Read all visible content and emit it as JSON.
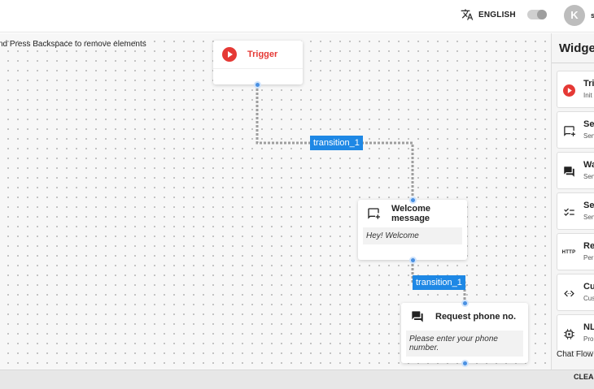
{
  "topbar": {
    "language_label": "ENGLISH",
    "avatar_initial": "K",
    "user_name_partial": "s",
    "dark_mode_on": false
  },
  "canvas": {
    "hint": "nd Press Backspace to remove elements",
    "nodes": {
      "trigger": {
        "title": "Trigger",
        "title_color": "#e53935"
      },
      "welcome": {
        "title": "Welcome message",
        "message": "Hey! Welcome"
      },
      "request_phone": {
        "title": "Request phone no.",
        "message": "Please enter your phone number."
      }
    },
    "transitions": [
      {
        "label": "transition_1"
      },
      {
        "label": "transition_1"
      }
    ],
    "edge_color": "#9e9e9e",
    "port_color": "#4a90e2",
    "transition_color": "#1e88e5"
  },
  "panel": {
    "title": "Widget",
    "widgets": [
      {
        "title": "Tri",
        "subtitle": "Init",
        "icon": "play-icon"
      },
      {
        "title": "Sen",
        "subtitle": "Sen",
        "icon": "send-message-icon"
      },
      {
        "title": "Wa",
        "subtitle": "Sen",
        "icon": "chat-icon"
      },
      {
        "title": "Sel",
        "subtitle": "Sen",
        "icon": "checklist-icon"
      },
      {
        "title": "Rec",
        "subtitle": "Per",
        "icon": "http-icon"
      },
      {
        "title": "Cu",
        "subtitle": "Cus",
        "icon": "code-icon"
      },
      {
        "title": "NL",
        "subtitle": "Pro",
        "icon": "chip-icon"
      }
    ],
    "chat_flow_label": "Chat Flow",
    "clear_label": "CLEA"
  }
}
